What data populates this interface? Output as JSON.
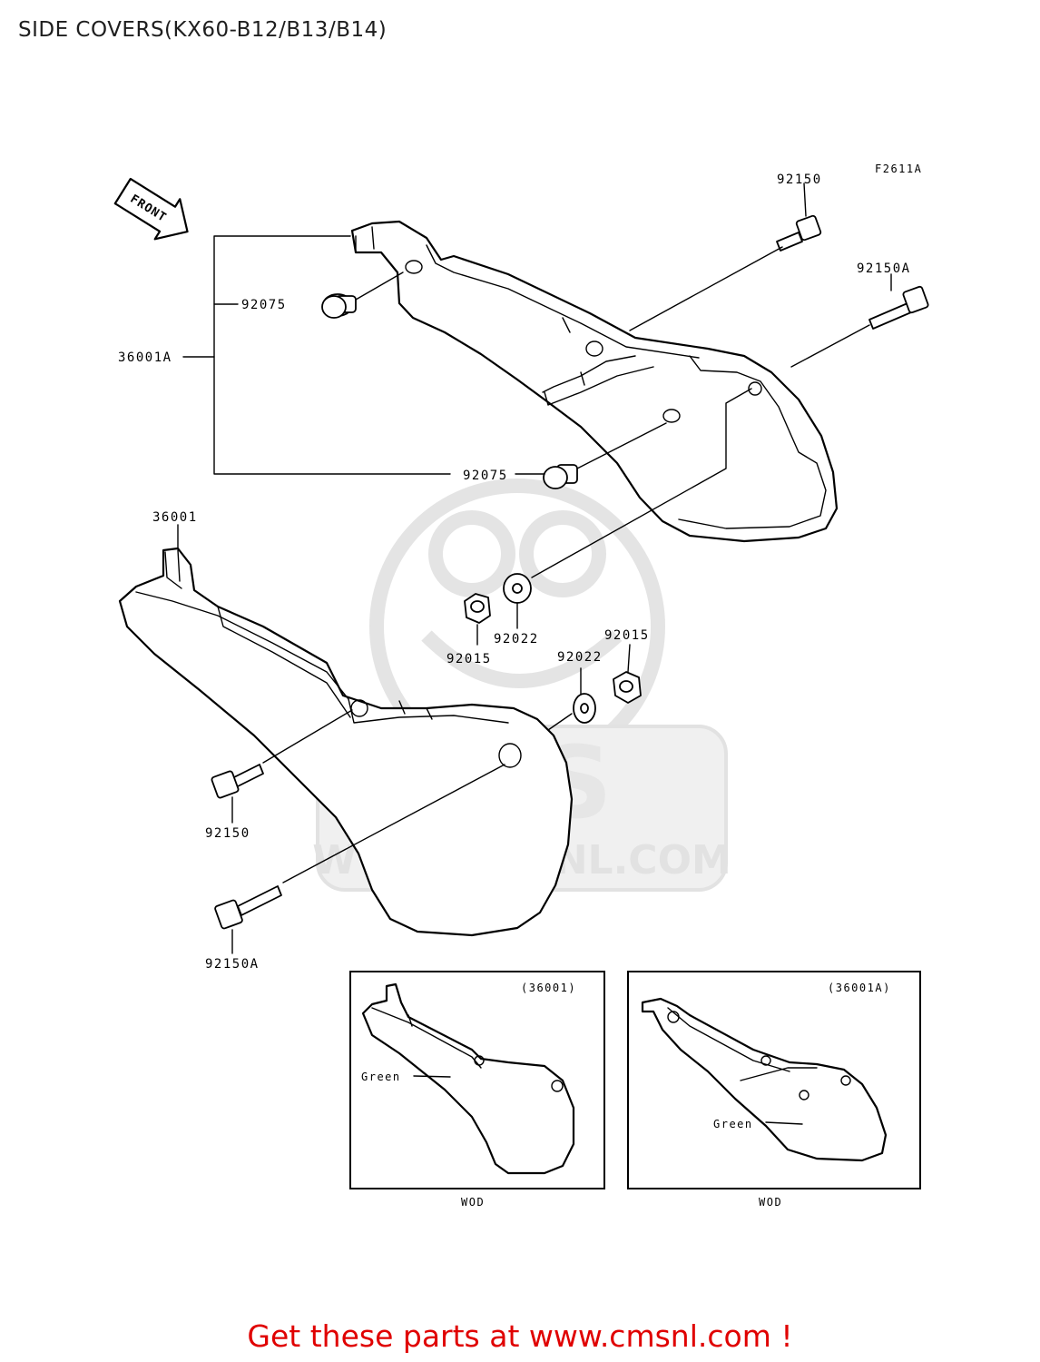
{
  "title": "SIDE COVERS(KX60-B12/B13/B14)",
  "figure_code": "F2611A",
  "front_arrow_label": "FRONT",
  "callouts": {
    "bolt_top": "92150",
    "bolt_top_a": "92150A",
    "cap_upper": "92075",
    "cover_a": "36001A",
    "cap_lower": "92075",
    "cover": "36001",
    "washer_upper": "92022",
    "nut_upper": "92015",
    "washer_lower": "92022",
    "nut_lower": "92015",
    "bolt_bottom": "92150",
    "bolt_bottom_a": "92150A"
  },
  "insets": [
    {
      "part_ref": "(36001)",
      "color_label": "Green",
      "model": "WOD"
    },
    {
      "part_ref": "(36001A)",
      "color_label": "Green",
      "model": "WOD"
    }
  ],
  "watermark": {
    "logo_text": "CMS",
    "url": "WWW.CMSNL.COM"
  },
  "footer": "Get these parts at www.cmsnl.com !",
  "colors": {
    "cta": "#e00000",
    "line": "#000000",
    "watermark": "#e8e8e8"
  }
}
